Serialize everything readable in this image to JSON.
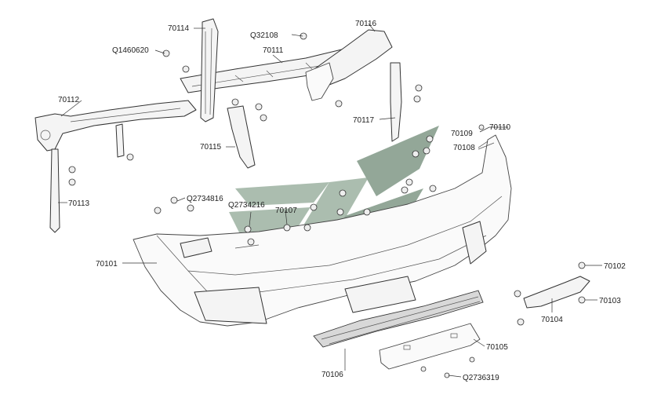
{
  "watermark_colors": {
    "fill": "#8fa895",
    "dark": "#6f8a76"
  },
  "labels": {
    "p70114": "70114",
    "q32108": "Q32108",
    "p70116": "70116",
    "q1460620": "Q1460620",
    "p70111": "70111",
    "p70112": "70112",
    "p70117": "70117",
    "p70109": "70109",
    "p70110": "70110",
    "p70115": "70115",
    "p70108": "70108",
    "q2734816": "Q2734816",
    "q2734216": "Q2734216",
    "p70107": "70107",
    "p70113": "70113",
    "p70101": "70101",
    "p70102": "70102",
    "p70103": "70103",
    "p70104": "70104",
    "p70105": "70105",
    "p70106": "70106",
    "q2736319": "Q2736319"
  }
}
